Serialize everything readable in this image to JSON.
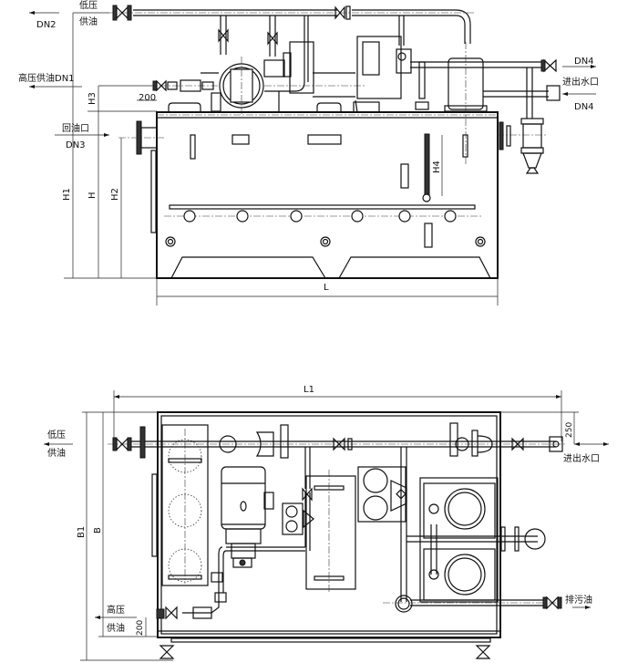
{
  "front_view": {
    "labels": {
      "low_pressure_top": "低压",
      "low_pressure_bottom": "供油",
      "dn2": "DN2",
      "high_pressure_supply": "高压供油DN1",
      "return_oil": "回油口",
      "dn3": "DN3",
      "dn4_top": "DN4",
      "water_in_out": "进出水口",
      "dn4_bottom": "DN4"
    },
    "dimensions": {
      "h1": "H1",
      "h": "H",
      "h2": "H2",
      "h3": "H3",
      "h4": "H4",
      "flange_offset": "200",
      "length": "L"
    }
  },
  "plan_view": {
    "labels": {
      "low_pressure_top": "低压",
      "low_pressure_bottom": "供油",
      "high_pressure_top": "高压",
      "high_pressure_bottom": "供油",
      "water_in_out": "进出水口",
      "drain_oil": "排污油"
    },
    "dimensions": {
      "l1": "L1",
      "b1": "B1",
      "b": "B",
      "water_offset": "250",
      "hp_offset": "200"
    }
  }
}
